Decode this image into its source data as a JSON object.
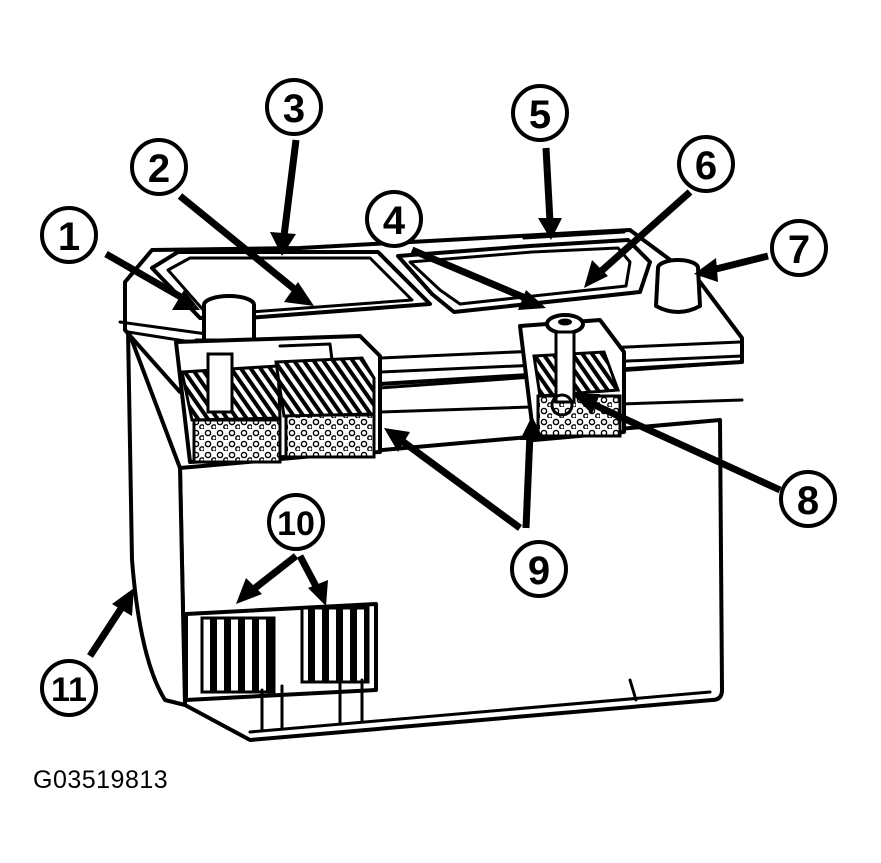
{
  "figure_code": "G03519813",
  "callouts": [
    "1",
    "2",
    "3",
    "4",
    "5",
    "6",
    "7",
    "8",
    "9",
    "10",
    "11"
  ],
  "colors": {
    "ink": "#000000",
    "paper": "#ffffff"
  }
}
